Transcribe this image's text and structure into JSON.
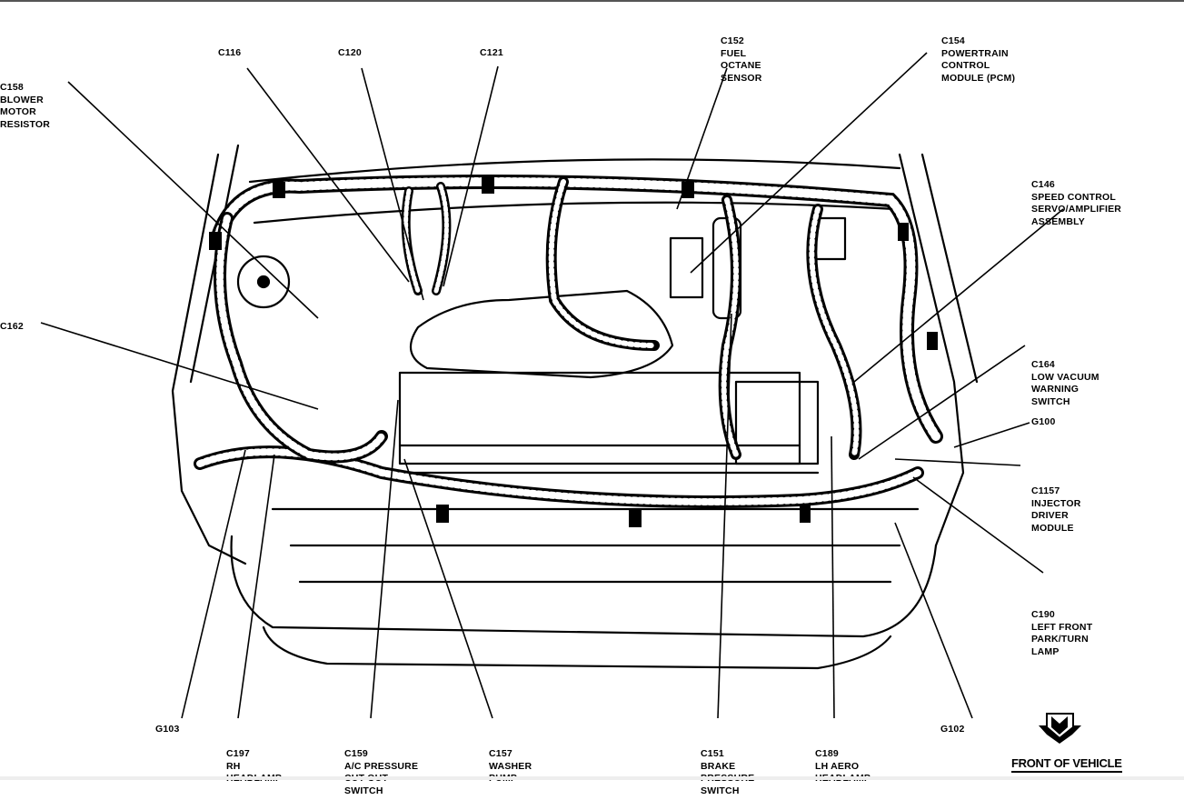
{
  "diagram": {
    "subject": "Engine compartment component and connector locations",
    "labels": [
      {
        "id": "c158",
        "lines": [
          "C158",
          "BLOWER",
          "MOTOR",
          "RESISTOR"
        ]
      },
      {
        "id": "c116",
        "lines": [
          "C116"
        ]
      },
      {
        "id": "c120",
        "lines": [
          "C120"
        ]
      },
      {
        "id": "c121",
        "lines": [
          "C121"
        ]
      },
      {
        "id": "c152",
        "lines": [
          "C152",
          "FUEL",
          "OCTANE",
          "SENSOR"
        ]
      },
      {
        "id": "c154",
        "lines": [
          "C154",
          "POWERTRAIN",
          "CONTROL",
          "MODULE (PCM)"
        ]
      },
      {
        "id": "c146",
        "lines": [
          "C146",
          "SPEED CONTROL",
          "SERVO/AMPLIFIER",
          "ASSEMBLY"
        ]
      },
      {
        "id": "c162",
        "lines": [
          "C162"
        ]
      },
      {
        "id": "c164",
        "lines": [
          "C164",
          "LOW VACUUM",
          "WARNING",
          "SWITCH"
        ]
      },
      {
        "id": "g100",
        "lines": [
          "G100"
        ]
      },
      {
        "id": "c1157",
        "lines": [
          "C1157",
          "INJECTOR",
          "DRIVER",
          "MODULE"
        ]
      },
      {
        "id": "c190",
        "lines": [
          "C190",
          "LEFT FRONT",
          "PARK/TURN",
          "LAMP"
        ]
      },
      {
        "id": "g103",
        "lines": [
          "G103"
        ]
      },
      {
        "id": "c197",
        "lines": [
          "C197",
          "RH",
          "HEADLAMP"
        ]
      },
      {
        "id": "c159",
        "lines": [
          "C159",
          "A/C PRESSURE",
          "CUT-OUT",
          "SWITCH"
        ]
      },
      {
        "id": "c157",
        "lines": [
          "C157",
          "WASHER",
          "PUMP"
        ]
      },
      {
        "id": "c151",
        "lines": [
          "C151",
          "BRAKE",
          "PRESSURE",
          "SWITCH"
        ]
      },
      {
        "id": "c189",
        "lines": [
          "C189",
          "LH AERO",
          "HEADLAMP"
        ]
      },
      {
        "id": "g102",
        "lines": [
          "G102"
        ]
      }
    ],
    "orientation": {
      "label": "FRONT OF VEHICLE",
      "icon": "down-arrow-icon"
    }
  }
}
